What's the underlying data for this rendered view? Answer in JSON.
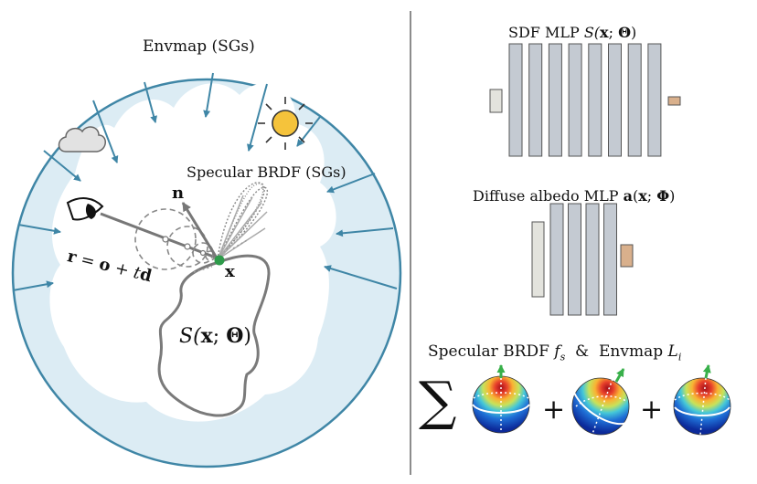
{
  "left_panel": {
    "envmap_label": "Envmap (SGs)",
    "brdf_label": "Specular BRDF (SGs)",
    "normal_label": "n",
    "point_label": "x",
    "ray_equation": {
      "r": "r",
      "eq": " = ",
      "o": "o",
      "plus": " + t",
      "d": "d"
    },
    "sdf_surface_label": {
      "fn": "S(",
      "x": "x",
      "sep": "; ",
      "theta": "Θ",
      "close": ")"
    }
  },
  "right_panel": {
    "sdf_mlp_label": {
      "prefix": "SDF MLP ",
      "fn": "S(",
      "x": "x",
      "sep": "; ",
      "theta": "Θ",
      "close": ")"
    },
    "albedo_mlp_label": {
      "prefix": "Diffuse albedo MLP ",
      "a": "a",
      "open": "(",
      "x": "x",
      "sep": "; ",
      "phi": "Φ",
      "close": ")"
    },
    "spec_label": {
      "prefix": "Specular BRDF ",
      "f": "f",
      "fsub": "s",
      "amp": "  &  Envmap ",
      "L": "L",
      "lsub": "i"
    },
    "sum_symbol": "∑",
    "plus_symbol": "+",
    "sdf_mlp_layers": 8,
    "albedo_mlp_layers": 4
  },
  "colors": {
    "env_fill": "#dcecf4",
    "env_stroke": "#3f86a6",
    "layer_fill": "#c4cad2",
    "input_fill": "#e3e3dd",
    "output_fill": "#d9b08c",
    "sun": "#f5c33b",
    "point": "#2e9b4a"
  }
}
